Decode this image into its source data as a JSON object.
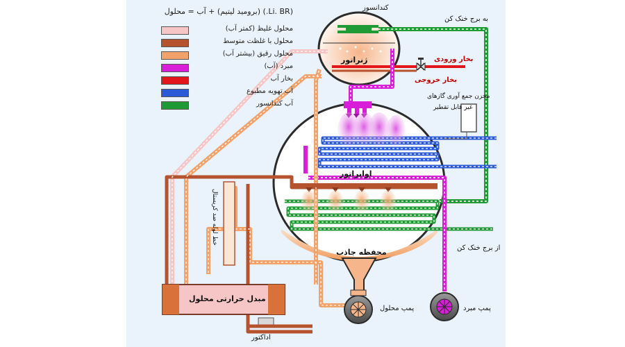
{
  "legend": {
    "title": "(Li. BR.) (برومید لیتیم) + آب = محلول",
    "items": [
      {
        "label": "محلول غلیظ (کمتر آب)",
        "color": "#f6c6c6"
      },
      {
        "label": "محلول با غلظت متوسط",
        "color": "#b5532f"
      },
      {
        "label": "محلول رقیق (بیشتر آب)",
        "color": "#f2a26a"
      },
      {
        "label": "مبرد (آب)",
        "color": "#d81ed8"
      },
      {
        "label": "بخار آب",
        "color": "#e3161c"
      },
      {
        "label": "آب تهویه مطبوع",
        "color": "#2a5ad8"
      },
      {
        "label": "آب کندانسور",
        "color": "#1f9a35"
      }
    ]
  },
  "labels": {
    "condenser": "کندانسور",
    "generator": "ژنراتور",
    "to_cooling_tower": "به برج خنک کن",
    "steam_in": "بخار ورودی",
    "steam_out": "بخار خروجی",
    "purge_line1": "مخزن جمع آوری گازهای",
    "purge_line2": "غیر قابل تقطیر",
    "evaporator": "اواپراتور",
    "crystallization_line": "خط لوله ضد کریستال",
    "absorber": "محفظه جاذب",
    "from_cooling_tower": "از برج خنک کن",
    "heat_exchanger": "مبدل حرارتی محلول",
    "solution_pump": "پمپ محلول",
    "refrigerant_pump": "پمپ مبرد",
    "eductor": "اداکتور"
  }
}
